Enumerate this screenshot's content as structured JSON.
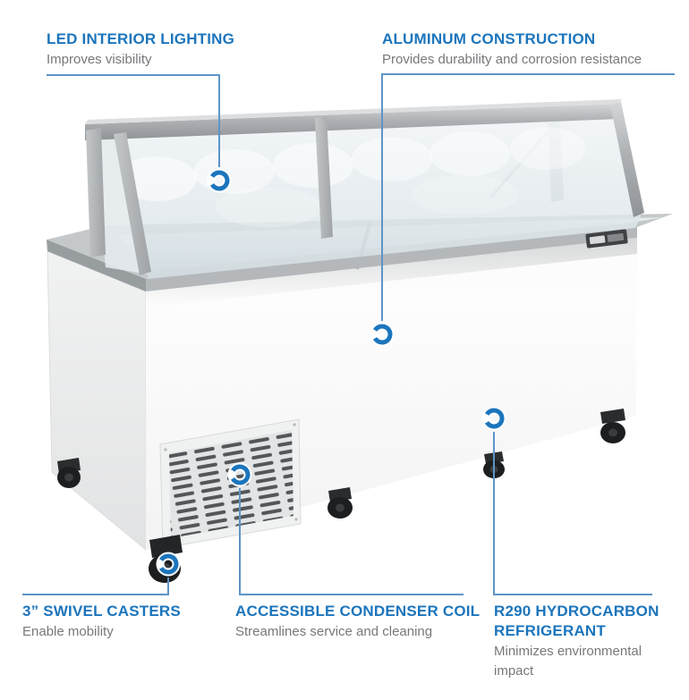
{
  "figure": {
    "kind": "product-feature-callout-diagram",
    "illustration": "glass-canopy-chest-freezer-dipping-cabinet"
  },
  "colors": {
    "heading_blue": "#1C75BC",
    "subtext_gray": "#77787B",
    "line_blue": "#5E94C6",
    "marker_blue": "#1C75BC"
  },
  "callouts": [
    {
      "id": "led-interior-lighting",
      "title": "LED INTERIOR LIGHTING",
      "description": "Improves visibility"
    },
    {
      "id": "aluminum-construction",
      "title": "ALUMINUM CONSTRUCTION",
      "description": "Provides durability and corrosion resistance"
    },
    {
      "id": "swivel-casters",
      "title": "3” SWIVEL CASTERS",
      "description": "Enable mobility"
    },
    {
      "id": "condenser-coil",
      "title": "ACCESSIBLE CONDENSER COIL",
      "description": "Streamlines service and cleaning"
    },
    {
      "id": "r290-refrigerant",
      "title": "R290 HYDROCARBON REFRIGERANT",
      "description": "Minimizes environmental impact"
    }
  ]
}
